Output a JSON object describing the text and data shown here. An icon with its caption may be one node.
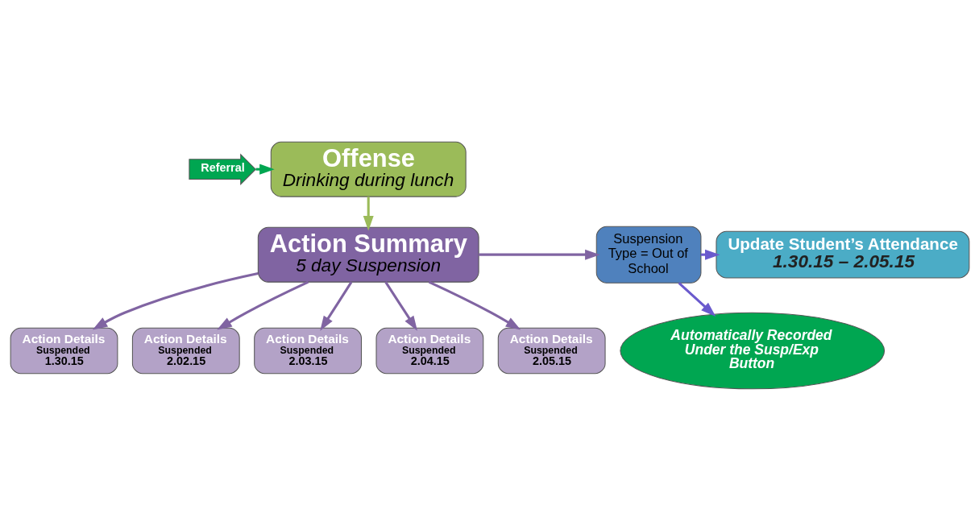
{
  "diagram": {
    "nodes": [
      {
        "text": [
          "Referral"
        ]
      },
      {
        "text": [
          "Offense",
          "Drinking during lunch"
        ]
      },
      {
        "text": [
          "Action Summary",
          "5 day Suspension"
        ]
      },
      {
        "text": [
          "Action Details",
          "Suspended",
          "1.30.15"
        ]
      },
      {
        "text": [
          "Action Details",
          "Suspended",
          "2.02.15"
        ]
      },
      {
        "text": [
          "Action Details",
          "Suspended",
          "2.03.15"
        ]
      },
      {
        "text": [
          "Action Details",
          "Suspended",
          "2.04.15"
        ]
      },
      {
        "text": [
          "Action Details",
          "Suspended",
          "2.05.15"
        ]
      },
      {
        "text": [
          "Suspension Type = Out of School"
        ]
      },
      {
        "text": [
          "Update Student’s Attendance",
          "1.30.15 – 2.05.15"
        ]
      },
      {
        "text": [
          "Automatically Recorded Under the Susp/Exp Button"
        ]
      }
    ],
    "edges": [
      {
        "from": 0,
        "to": 1,
        "arrow": "to",
        "color": "#00a651"
      },
      {
        "from": 1,
        "to": 2,
        "arrow": "to",
        "color": "#9bbb59"
      },
      {
        "from": 2,
        "to": 3,
        "arrow": "to"
      },
      {
        "from": 2,
        "to": 4,
        "arrow": "to"
      },
      {
        "from": 2,
        "to": 5,
        "arrow": "to"
      },
      {
        "from": 2,
        "to": 6,
        "arrow": "to"
      },
      {
        "from": 2,
        "to": 7,
        "arrow": "to"
      },
      {
        "from": 2,
        "to": 8,
        "arrow": "to"
      },
      {
        "from": 8,
        "to": 9,
        "arrow": "to",
        "color": "#6a5acd"
      },
      {
        "from": 8,
        "to": 10,
        "arrow": "to",
        "color": "#6a5acd"
      }
    ]
  }
}
